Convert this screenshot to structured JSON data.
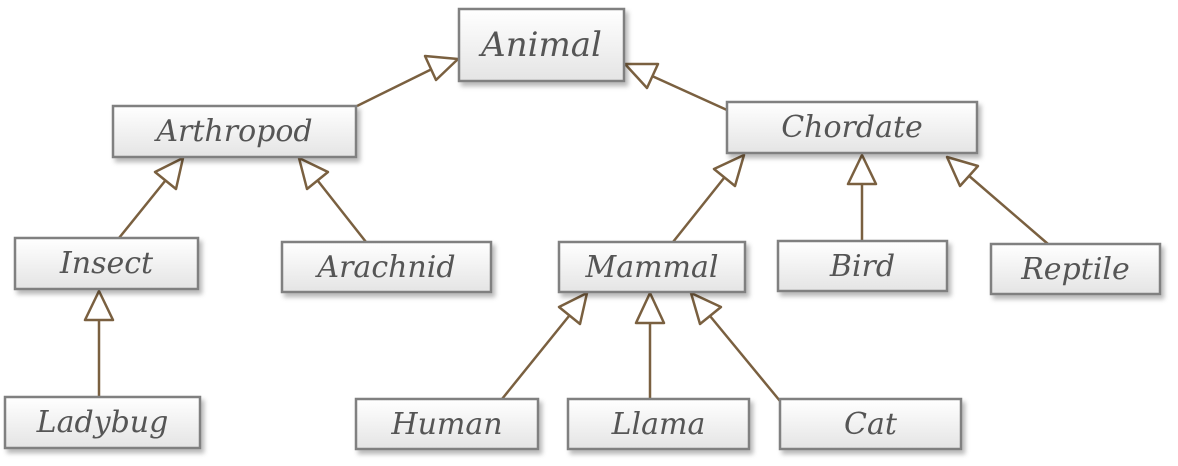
{
  "diagram": {
    "nodes": {
      "animal": "Animal",
      "arthropod": "Arthropod",
      "chordate": "Chordate",
      "insect": "Insect",
      "arachnid": "Arachnid",
      "mammal": "Mammal",
      "bird": "Bird",
      "reptile": "Reptile",
      "ladybug": "Ladybug",
      "human": "Human",
      "llama": "Llama",
      "cat": "Cat"
    },
    "edges": [
      {
        "from": "arthropod",
        "to": "animal"
      },
      {
        "from": "chordate",
        "to": "animal"
      },
      {
        "from": "insect",
        "to": "arthropod"
      },
      {
        "from": "arachnid",
        "to": "arthropod"
      },
      {
        "from": "mammal",
        "to": "chordate"
      },
      {
        "from": "bird",
        "to": "chordate"
      },
      {
        "from": "reptile",
        "to": "chordate"
      },
      {
        "from": "ladybug",
        "to": "insect"
      },
      {
        "from": "human",
        "to": "mammal"
      },
      {
        "from": "llama",
        "to": "mammal"
      },
      {
        "from": "cat",
        "to": "mammal"
      }
    ],
    "colors": {
      "edge": "#7a6040",
      "box_border": "#808080",
      "box_fill_top": "#ffffff",
      "box_fill_bottom": "#e6e6e6",
      "text": "#555555"
    }
  }
}
